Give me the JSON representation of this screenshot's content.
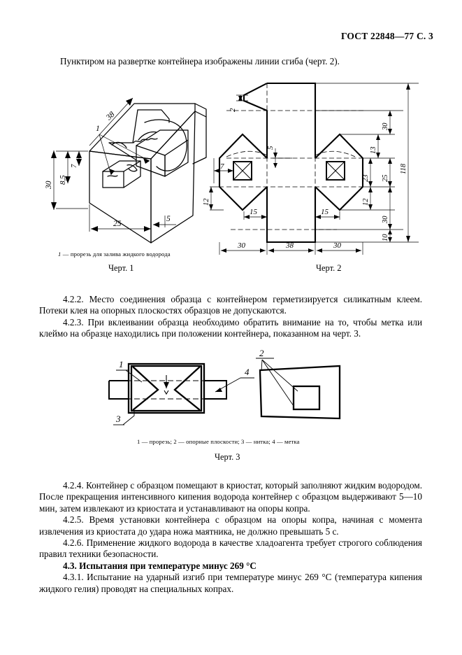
{
  "document": {
    "standard_header": "ГОСТ 22848—77 С. 3",
    "intro_paragraph": "Пунктиром на развертке контейнера изображены линии сгиба (черт. 2)."
  },
  "figures": {
    "fig1": {
      "caption": "Черт. 1",
      "legend_num": "1",
      "legend_dash": "—",
      "legend_text": "прорезь для залива жидкого водорода",
      "dimensions": {
        "d38": "38",
        "d30": "30",
        "d85": "8,5",
        "d7": "7",
        "d25": "25",
        "d5": "5",
        "callout1": "1"
      }
    },
    "fig2": {
      "caption": "Черт. 2",
      "dimensions": {
        "d2": "2",
        "d5": "5",
        "d7": "7",
        "d15_left": "15",
        "d15_right": "15",
        "d30_top": "30",
        "d13": "13",
        "d23": "23",
        "d25": "25",
        "d12": "12",
        "d30_lower": "30",
        "d10": "10",
        "d118": "118",
        "b30_left": "30",
        "b38": "38",
        "b30_right": "30",
        "d12_left": "12"
      }
    },
    "fig3": {
      "caption": "Черт. 3",
      "legend": "1 — прорезь; 2 — опорные плоскости; 3 — нитка; 4 — метка",
      "legend_parts": [
        {
          "num": "1",
          "text": "прорезь"
        },
        {
          "num": "2",
          "text": "опорные плоскости"
        },
        {
          "num": "3",
          "text": "нитка"
        },
        {
          "num": "4",
          "text": "метка"
        }
      ],
      "callouts": {
        "c1": "1",
        "c2": "2",
        "c3": "3",
        "c4": "4"
      }
    }
  },
  "clauses": {
    "c422": "4.2.2.  Место соединения образца с контейнером герметизируется силикатным клеем. Потеки клея на опорных плоскостях образцов не допускаются.",
    "c423": "4.2.3.  При вклеивании образца необходимо обратить внимание на то, чтобы метка или клеймо на образце находились при положении контейнера, показанном на черт. 3.",
    "c424": "4.2.4.  Контейнер с образцом помещают в криостат, который заполняют жидким водородом. После прекращения интенсивного кипения водорода контейнер с образцом выдерживают 5—10 мин, затем извлекают из криостата и устанавливают на опоры копра.",
    "c425": "4.2.5.  Время установки контейнера с образцом на опоры копра, начиная с момента извлечения из криостата до удара ножа маятника, не должно превышать 5 с.",
    "c426": "4.2.6. Применение жидкого водорода в качестве хладоагента требует строгого соблюдения правил техники безопасности.",
    "c43_heading": "4.3.  Испытания при температуре минус 269 °С",
    "c431": "4.3.1. Испытание на ударный изгиб при температуре минус 269 °С (температура кипения жидкого гелия) проводят на специальных копрах."
  },
  "colors": {
    "ink": "#000000",
    "paper": "#ffffff",
    "thin": "#1a1a1a"
  }
}
